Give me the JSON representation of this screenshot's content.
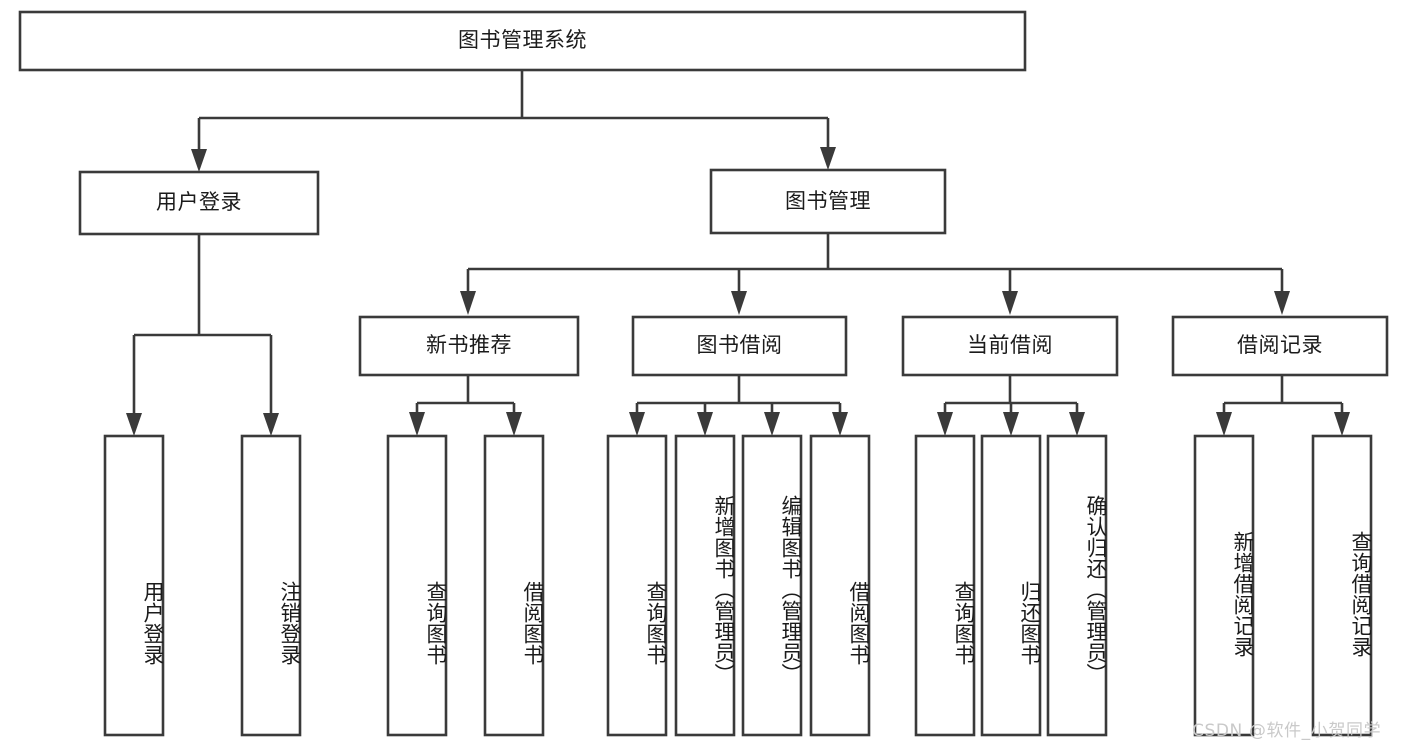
{
  "diagram": {
    "title": "图书管理系统",
    "type": "tree-hierarchy",
    "watermark": "CSDN @软件_小贺同学",
    "colors": {
      "stroke": "#3a3a3a",
      "fill": "#ffffff",
      "text": "#1b1b1b",
      "watermark": "#c9c9c9"
    },
    "nodes": {
      "root": {
        "label": "图书管理系统",
        "orientation": "horizontal"
      },
      "l2": [
        {
          "id": "user-login",
          "label": "用户登录",
          "orientation": "horizontal"
        },
        {
          "id": "book-manage",
          "label": "图书管理",
          "orientation": "horizontal"
        }
      ],
      "l3": [
        {
          "id": "new-book-recommend",
          "label": "新书推荐",
          "orientation": "horizontal"
        },
        {
          "id": "book-borrow",
          "label": "图书借阅",
          "orientation": "horizontal"
        },
        {
          "id": "current-borrow",
          "label": "当前借阅",
          "orientation": "horizontal"
        },
        {
          "id": "borrow-record",
          "label": "借阅记录",
          "orientation": "horizontal"
        }
      ],
      "leaves": [
        {
          "id": "leaf-user-login",
          "label": "用户登录",
          "parent": "user-login",
          "orientation": "vertical"
        },
        {
          "id": "leaf-logout-login",
          "label": "注销登录",
          "parent": "user-login",
          "orientation": "vertical"
        },
        {
          "id": "leaf-query-book-1",
          "label": "查询图书",
          "parent": "new-book-recommend",
          "orientation": "vertical"
        },
        {
          "id": "leaf-borrow-book-1",
          "label": "借阅图书",
          "parent": "new-book-recommend",
          "orientation": "vertical"
        },
        {
          "id": "leaf-query-book-2",
          "label": "查询图书",
          "parent": "book-borrow",
          "orientation": "vertical"
        },
        {
          "id": "leaf-add-book-admin",
          "label": "新增图书（管理员）",
          "parent": "book-borrow",
          "orientation": "vertical"
        },
        {
          "id": "leaf-edit-book-admin",
          "label": "编辑图书（管理员）",
          "parent": "book-borrow",
          "orientation": "vertical"
        },
        {
          "id": "leaf-borrow-book-2",
          "label": "借阅图书",
          "parent": "book-borrow",
          "orientation": "vertical"
        },
        {
          "id": "leaf-query-book-3",
          "label": "查询图书",
          "parent": "current-borrow",
          "orientation": "vertical"
        },
        {
          "id": "leaf-return-book",
          "label": "归还图书",
          "parent": "current-borrow",
          "orientation": "vertical"
        },
        {
          "id": "leaf-confirm-return-admin",
          "label": "确认归还（管理员）",
          "parent": "current-borrow",
          "orientation": "vertical"
        },
        {
          "id": "leaf-add-borrow-record",
          "label": "新增借阅记录",
          "parent": "borrow-record",
          "orientation": "vertical"
        },
        {
          "id": "leaf-query-borrow-record",
          "label": "查询借阅记录",
          "parent": "borrow-record",
          "orientation": "vertical"
        }
      ]
    }
  }
}
